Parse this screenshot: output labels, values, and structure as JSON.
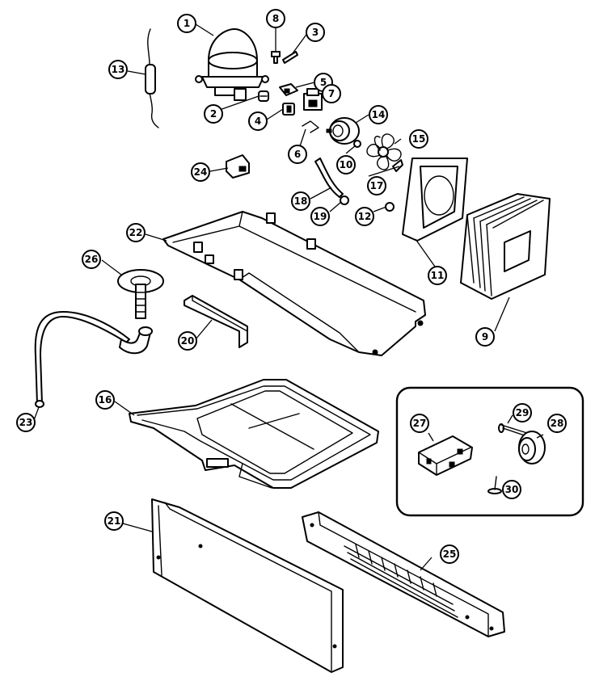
{
  "diagram": {
    "labels": {
      "l1": "1",
      "l2": "2",
      "l3": "3",
      "l4": "4",
      "l5": "5",
      "l6": "6",
      "l7": "7",
      "l8": "8",
      "l9": "9",
      "l10": "10",
      "l11": "11",
      "l12": "12",
      "l13": "13",
      "l14": "14",
      "l15": "15",
      "l16": "16",
      "l17": "17",
      "l18": "18",
      "l19": "19",
      "l20": "20",
      "l21": "21",
      "l22": "22",
      "l23": "23",
      "l24": "24",
      "l25": "25",
      "l26": "26",
      "l27": "27",
      "l28": "28",
      "l29": "29",
      "l30": "30"
    },
    "colors": {
      "line": "#000000",
      "background": "#ffffff"
    }
  }
}
